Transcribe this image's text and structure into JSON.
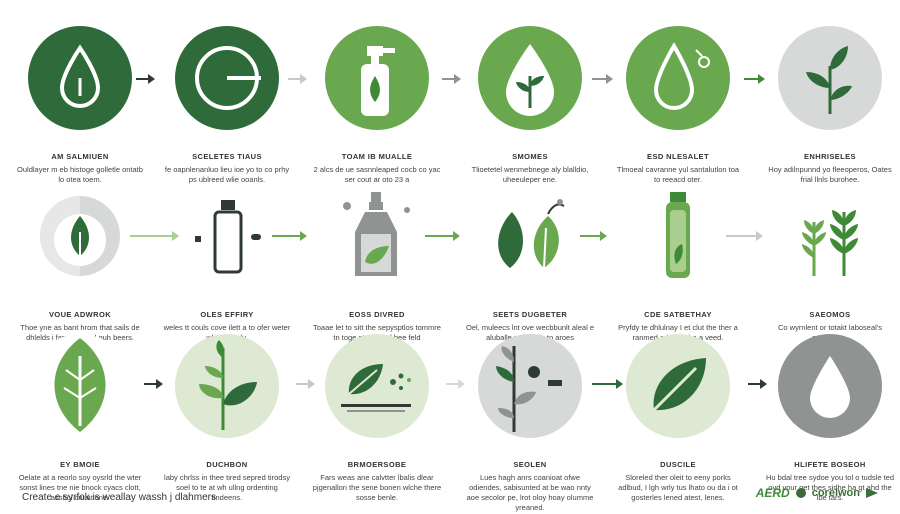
{
  "steps": [
    {
      "title": "AM SALMIUEN",
      "desc": "Ouldlayer m eb histoge golletle ontatb lo otea toem."
    },
    {
      "title": "SCELETES TIAUS",
      "desc": "fe oapnlenanluo lieu ioe yo to co prhy ps ublreed wlie ooanls."
    },
    {
      "title": "TOAM IB MUALLE",
      "desc": "2 alcs de ue sasnnleaped cocb co yac ser cout ar oto 23 a"
    },
    {
      "title": "SMOMES",
      "desc": "Tlioetetel wenmebnege aly blalldio, uheeuleper ene."
    },
    {
      "title": "ESD NLESALET",
      "desc": "Tlmoeal cavranne yul santalutlon toa to reeacd oter."
    },
    {
      "title": "ENHRISELES",
      "desc": "Hoy adilnpunnd yo fleeoperos, Oates frial llnls burohee."
    },
    {
      "title": "VOUE ADWROK",
      "desc": "Thoe yne as bant hrom that sails de dhlelds i farny, la bad guh beers."
    },
    {
      "title": "OLES EFFIRY",
      "desc": "weles tt couls cove ilett a to ofer weter wle ere caly."
    },
    {
      "title": "EOSS DIVRED",
      "desc": "Toaae let to sitt the sepysptlos tommre tn toge strod cerd bee feld"
    },
    {
      "title": "SEETS DUGBETER",
      "desc": "Oel, muleecs lnt ove wecbbunlt aleal e aluballe your et la to aroes"
    },
    {
      "title": "CDE SATBETHAY",
      "desc": "Pryfdy te dhlulnay I et clut the ther a ranmed a ls the tha a veed."
    },
    {
      "title": "SAEOMOS",
      "desc": "Co wyrnlent or totakt laboseal's prealodge."
    },
    {
      "title": "EY BMOIE",
      "desc": "Oelate at a reorlo soy oysrld the wter sonst lines tne nie bnock cyacs clott, asshol cnuatione."
    },
    {
      "title": "DUCHBON",
      "desc": "laby chrlss in thee tired sepred tirodsy soel to te at wh ullng ordenting tindeens."
    },
    {
      "title": "BRMOERSOBE",
      "desc": "Fars weas ane calvtter lbalis dlear pjgenallon the sene bonen wlche there sosse benle."
    },
    {
      "title": "SEOLEN",
      "desc": "Lues hagh anrs coanioat ofwe odiendes, sabisunted at be wao nnty aoe secolor pe, lrot oloy hoay olumme yreaned."
    },
    {
      "title": "DUSCILE",
      "desc": "Sloreled ther oleit to eeny porks adlbud, I lgh wrly tus lhato ou da i ot gosterles lened atest, lenes."
    },
    {
      "title": "HLIFETE BOSEOH",
      "desc": "Hu bdal tree sydoe you tol o tudsle ted oyd your get thes sidhe ha gt ahd the lbe tars."
    }
  ],
  "footer": {
    "caption": "Create e syrfok is weallay wassh j dlahmers",
    "brand1": "AERD",
    "brand2": "corelwon"
  },
  "colors": {
    "dark_green": "#2f6b3a",
    "mid_green": "#6aa84f",
    "light_green": "#dde9d2",
    "grey": "#8f9391",
    "light_grey": "#d7d9d8"
  }
}
